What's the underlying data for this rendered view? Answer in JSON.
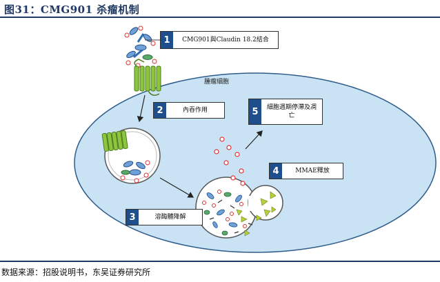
{
  "title": "图31：CMG901 杀瘤机制",
  "source": "数据来源：招股说明书，东吴证券研究所",
  "cell_label": "腫瘤細胞",
  "steps": [
    {
      "num": "1",
      "text": "CMG901與Claudin 18.2結合"
    },
    {
      "num": "2",
      "text": "內吞作用"
    },
    {
      "num": "5",
      "text": "細胞週期停滯及凋亡"
    },
    {
      "num": "4",
      "text": "MMAE釋放"
    },
    {
      "num": "3",
      "text": "溶酶體降解"
    }
  ],
  "colors": {
    "title": "#1f3864",
    "cell_fill": "#c9e3f4",
    "cell_stroke": "#2e5c8a",
    "receptor": "#8cc63f",
    "antibody": "#2e6db4",
    "step_badge": "#1f4e8c"
  }
}
